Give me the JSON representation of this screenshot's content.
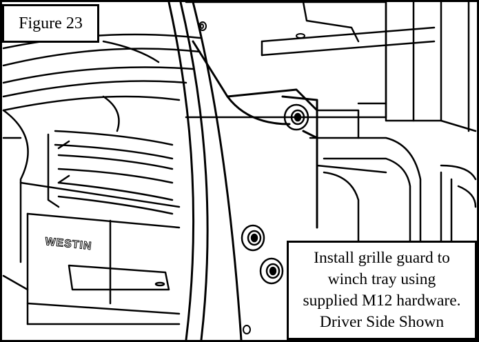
{
  "figure": {
    "label": "Figure 23"
  },
  "note": {
    "lines": [
      "Install grille guard to",
      "winch tray using",
      "supplied M12 hardware.",
      "Driver Side Shown"
    ]
  },
  "drawing": {
    "brand_mark": "WESTIN",
    "line_color": "#000000",
    "background_color": "#ffffff"
  }
}
